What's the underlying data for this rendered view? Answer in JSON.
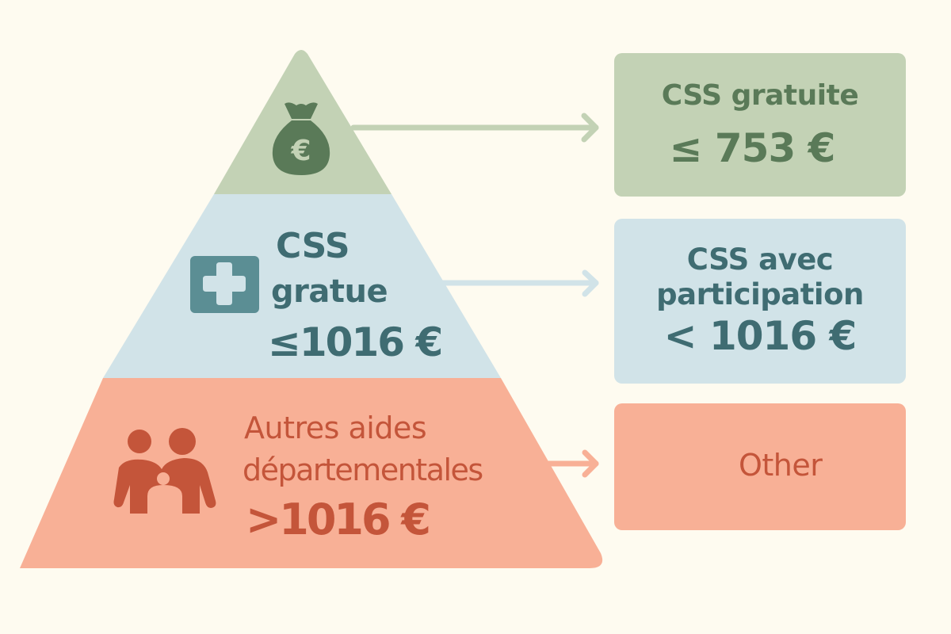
{
  "colors": {
    "background": "#FEFBF0",
    "green_fill": "#C3D2B5",
    "green_text": "#5A7A58",
    "blue_fill": "#D1E3E8",
    "blue_text": "#3F6C72",
    "salmon_fill": "#F8B096",
    "salmon_text": "#C4553A"
  },
  "pyramid": {
    "tiers": [
      {
        "id": "top",
        "icon": "money-bag-euro-icon",
        "icon_glyph": "€",
        "lines": []
      },
      {
        "id": "middle",
        "icon": "medical-cross-icon",
        "lines": [
          "CSS",
          "gratue",
          "≤1016 €"
        ]
      },
      {
        "id": "bottom",
        "icon": "family-icon",
        "lines": [
          "Autres aides",
          "départementales",
          ">1016 €"
        ]
      }
    ]
  },
  "boxes": [
    {
      "id": "green",
      "title": "CSS gratuite",
      "amount": "≤ 753 €"
    },
    {
      "id": "blue",
      "title_line1": "CSS avec",
      "title_line2": "participation",
      "amount": "< 1016 €"
    },
    {
      "id": "salmon",
      "icon": "ear-icon",
      "title": "Other"
    }
  ]
}
